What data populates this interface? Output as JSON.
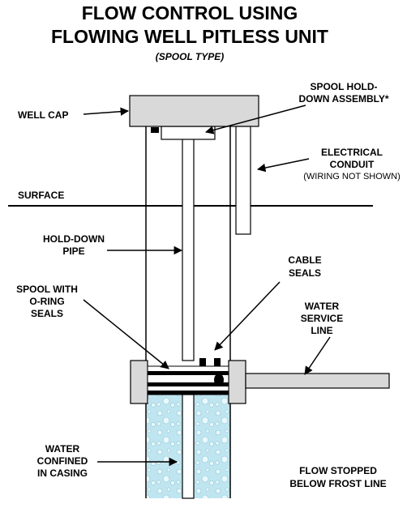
{
  "title": {
    "line1": "FLOW CONTROL USING",
    "line2": "FLOWING WELL PITLESS UNIT",
    "subtitle": "(SPOOL TYPE)"
  },
  "labels": {
    "well_cap": "WELL CAP",
    "spool_hold_down_1": "SPOOL HOLD-",
    "spool_hold_down_2": "DOWN ASSEMBLY*",
    "electrical_1": "ELECTRICAL",
    "electrical_2": "CONDUIT",
    "electrical_3": "(WIRING NOT SHOWN)",
    "surface": "SURFACE",
    "hold_down_pipe_1": "HOLD-DOWN",
    "hold_down_pipe_2": "PIPE",
    "cable_seals_1": "CABLE",
    "cable_seals_2": "SEALS",
    "spool_oring_1": "SPOOL WITH",
    "spool_oring_2": "O-RING",
    "spool_oring_3": "SEALS",
    "water_service_1": "WATER",
    "water_service_2": "SERVICE",
    "water_service_3": "LINE",
    "water_confined_1": "WATER",
    "water_confined_2": "CONFINED",
    "water_confined_3": "IN CASING",
    "flow_stopped_1": "FLOW STOPPED",
    "flow_stopped_2": "BELOW FROST LINE"
  },
  "colors": {
    "water": "#bfe6f0",
    "water_bubble": "#e8f8fc",
    "cap": "#d9d9d9",
    "line": "#000000"
  }
}
